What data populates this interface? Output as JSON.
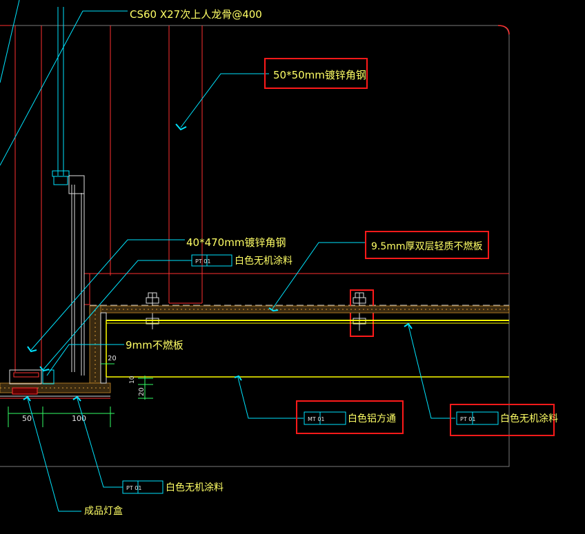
{
  "annotations": {
    "top_keel": "CS60 X27次上人龙骨@400",
    "angle_50": "50*50mm镀锌角钢",
    "angle_40": "40*470mm镀锌角钢",
    "pt01_top_tag": "PT 01",
    "pt01_top_text": "白色无机涂料",
    "board_95": "9.5mm厚双层轻质不燃板",
    "board_9": "9mm不燃板",
    "mt01_tag": "MT 01",
    "mt01_text": "白色铝方通",
    "pt01_right_tag": "PT 01",
    "pt01_right_text": "白色无机涂料",
    "pt01_bottom_tag": "PT 01",
    "pt01_bottom_text": "白色无机涂料",
    "lightbox": "成品灯盒"
  },
  "dimensions": {
    "d50": "50",
    "d100": "100",
    "d10": "10",
    "d20": "20",
    "d20b": "20"
  },
  "colors": {
    "background": "#000000",
    "leader": "#00e5ff",
    "text": "#ffff66",
    "section_red": "#ff3030",
    "highlight_box": "#ff1a1a",
    "aluminum": "#ffff00",
    "frame": "#8a8a8a"
  }
}
